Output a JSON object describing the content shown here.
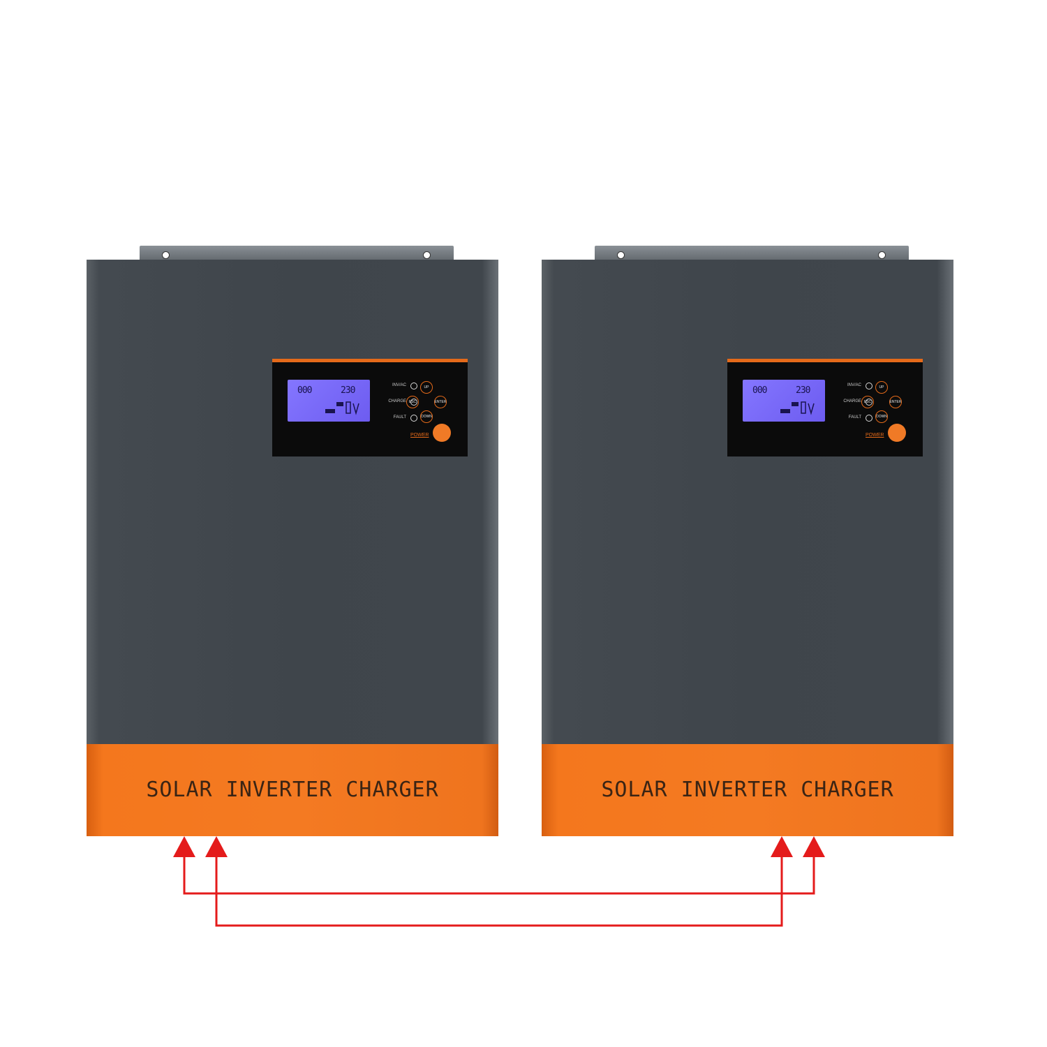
{
  "units": [
    {
      "label": "SOLAR INVERTER CHARGER",
      "lcd_left": "000",
      "lcd_right": "230",
      "leds": [
        "INV/AC",
        "CHARGE",
        "FAULT"
      ],
      "buttons": {
        "up": "UP",
        "esc": "ESC",
        "enter": "ENTER",
        "down": "DOWN"
      },
      "power_label": "POWER"
    },
    {
      "label": "SOLAR INVERTER CHARGER",
      "lcd_left": "000",
      "lcd_right": "230",
      "leds": [
        "INV/AC",
        "CHARGE",
        "FAULT"
      ],
      "buttons": {
        "up": "UP",
        "esc": "ESC",
        "enter": "ENTER",
        "down": "DOWN"
      },
      "power_label": "POWER"
    }
  ],
  "colors": {
    "accent_orange": "#f47a22",
    "body_gray": "#40464c",
    "arrow_red": "#e41b1b",
    "lcd_purple": "#7a6cff"
  }
}
